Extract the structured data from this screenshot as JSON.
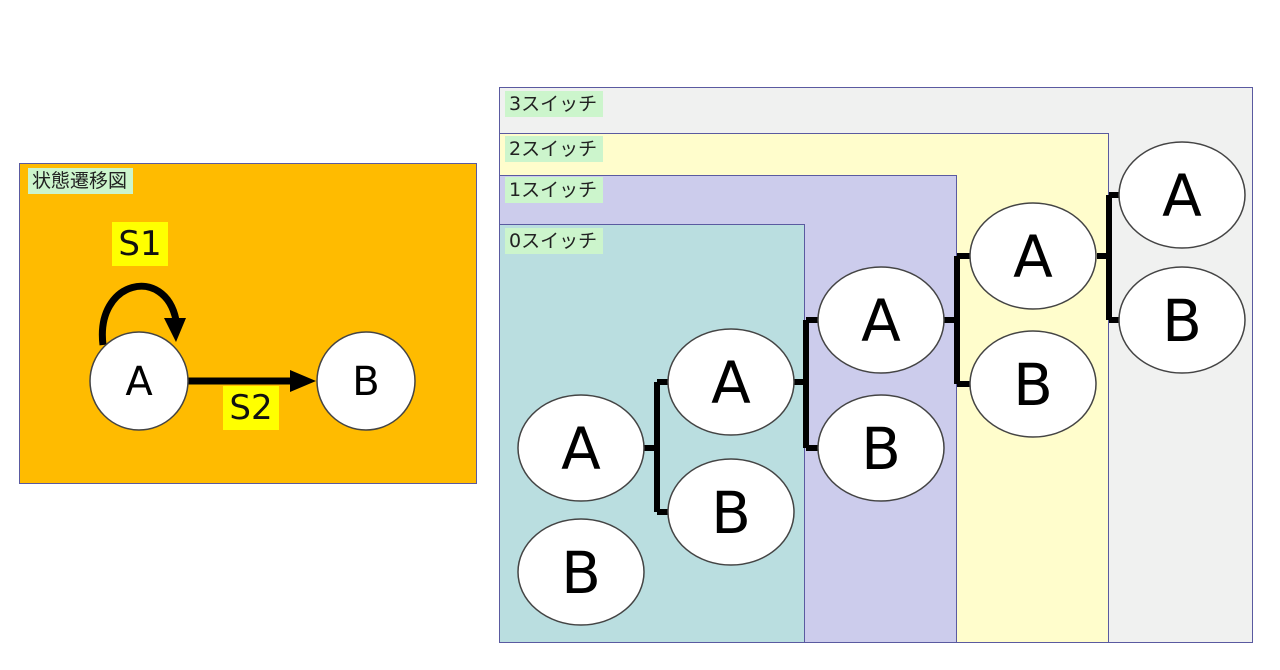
{
  "state_diagram": {
    "title": "状態遷移図",
    "background": "#ffbb00",
    "state_a": "A",
    "state_b": "B",
    "self_loop_label": "S1",
    "transition_label": "S2"
  },
  "switch_tree": {
    "levels": [
      {
        "label": "3スイッチ",
        "color": "#f0f1f0"
      },
      {
        "label": "2スイッチ",
        "color": "#fffdcc"
      },
      {
        "label": "1スイッチ",
        "color": "#ccccec"
      },
      {
        "label": "0スイッチ",
        "color": "#badee0"
      }
    ],
    "nodes": {
      "a0": "A",
      "b0": "B",
      "a1": "A",
      "b1": "B",
      "a2": "A",
      "b2": "B",
      "a3": "A",
      "b3": "B",
      "a4": "A",
      "b4": "B"
    }
  }
}
